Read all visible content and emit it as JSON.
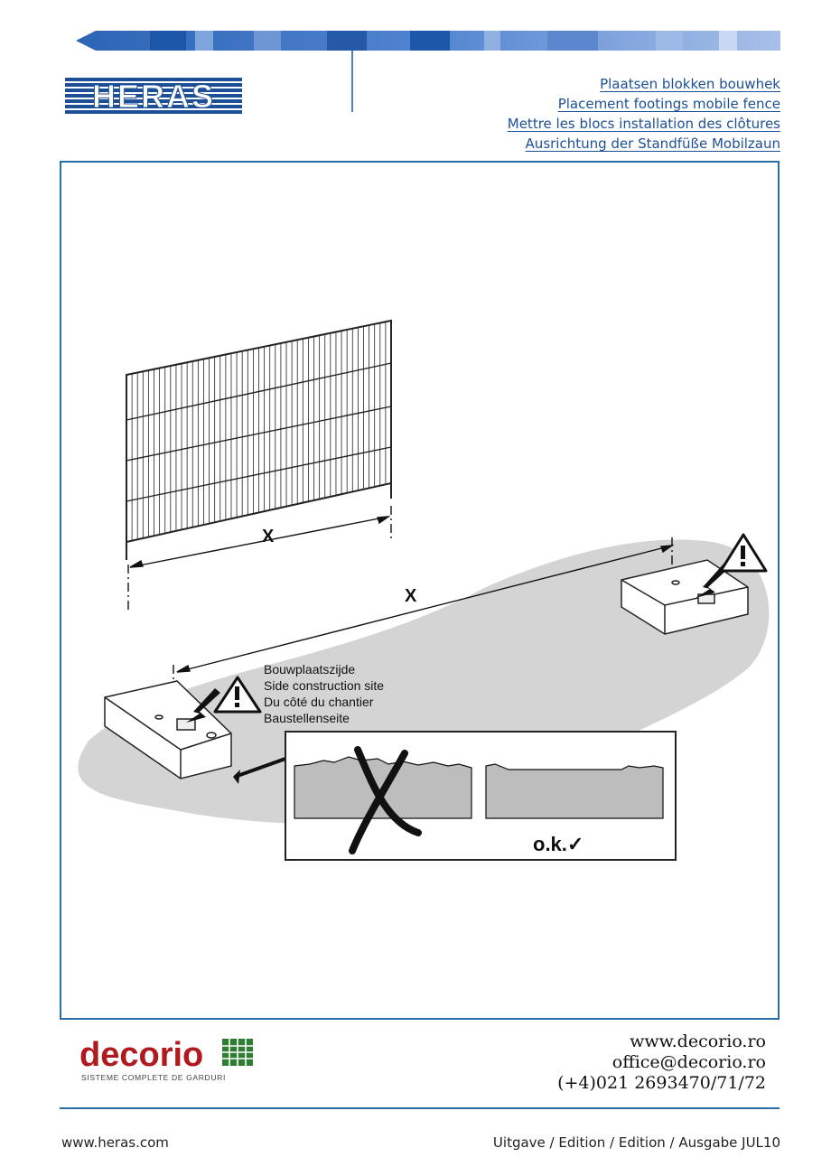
{
  "header": {
    "brand": "HERAS",
    "titles": [
      "Plaatsen blokken bouwhek",
      "Placement footings mobile fence",
      "Mettre les blocs installation des clôtures",
      "Ausrichtung der Standfüße Mobilzaun"
    ]
  },
  "illustration": {
    "dimension_label_fence": "X",
    "dimension_label_blocks": "X",
    "side_labels": [
      "Bouwplaatszijde",
      "Side construction site",
      "Du côté du chantier",
      "Baustellenseite"
    ],
    "ok_label": "o.k.✓",
    "warning_icon": "warning-triangle-icon"
  },
  "company": {
    "logo_text": "decorio",
    "tagline": "SISTEME COMPLETE DE GARDURI",
    "website": "www.decorio.ro",
    "email": "office@decorio.ro",
    "phone": "(+4)021 2693470/71/72"
  },
  "footer": {
    "website": "www.heras.com",
    "edition": "Uitgave / Edition / Edition / Ausgabe JUL10"
  },
  "colors": {
    "brand_blue": "#1d4f96",
    "frame_blue": "#2a6ea8",
    "decorio_red": "#b0191e",
    "decorio_green": "#2e7d32"
  }
}
